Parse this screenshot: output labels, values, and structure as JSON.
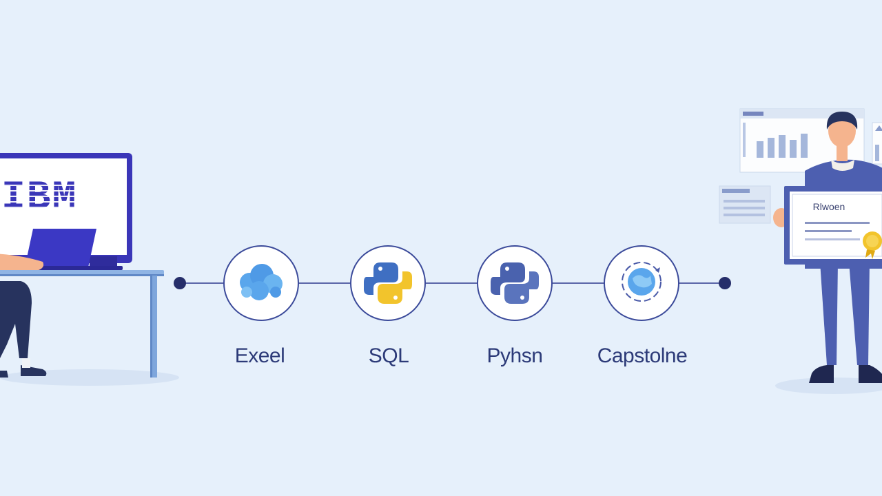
{
  "monitor": {
    "brand_text": "IBM"
  },
  "certificate": {
    "title": "Rlwoen"
  },
  "steps": [
    {
      "label": "Exeel",
      "icon": "excel-cloud-icon"
    },
    {
      "label": "SQL",
      "icon": "python-logo-icon"
    },
    {
      "label": "Pyhsn",
      "icon": "python-logo-icon"
    },
    {
      "label": "Capstolne",
      "icon": "globe-icon"
    }
  ],
  "colors": {
    "background": "#e6f0fb",
    "accent": "#3a36b8",
    "line": "#5a66a8",
    "label": "#2c3a78",
    "figure_blue": "#4d5fb0",
    "python_blue": "#3f6fc2",
    "python_yellow": "#f2c42c"
  }
}
